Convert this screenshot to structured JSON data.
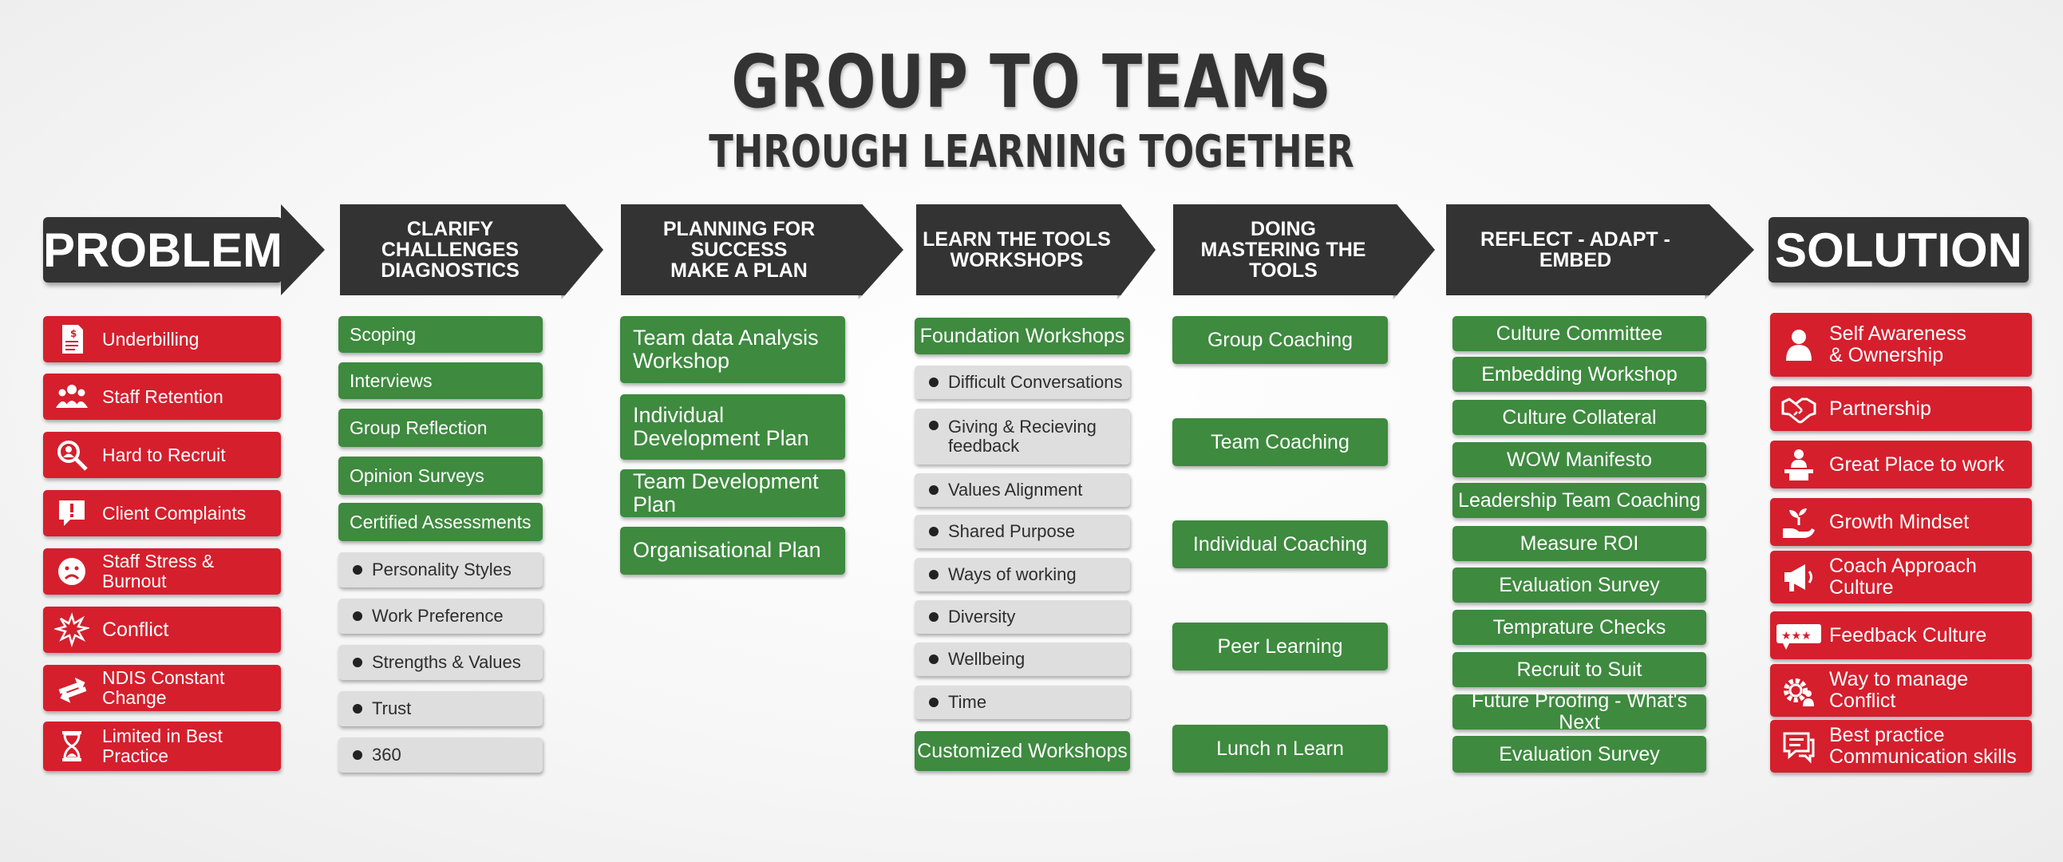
{
  "title": "GROUP TO TEAMS",
  "subtitle": "THROUGH LEARNING TOGETHER",
  "columns": [
    {
      "heading": [
        "PROBLEM"
      ],
      "items": [
        {
          "label": "Underbilling",
          "icon": "invoice-icon"
        },
        {
          "label": "Staff Retention",
          "icon": "group-people-icon"
        },
        {
          "label": "Hard to Recruit",
          "icon": "search-person-icon"
        },
        {
          "label": "Client Complaints",
          "icon": "complaint-bubble-icon"
        },
        {
          "label": "Staff Stress & Burnout",
          "icon": "sad-face-icon"
        },
        {
          "label": "Conflict",
          "icon": "clash-icon"
        },
        {
          "label": "NDIS Constant Change",
          "icon": "change-arrows-icon"
        },
        {
          "label": "Limited in Best Practice",
          "icon": "hourglass-icon"
        }
      ]
    },
    {
      "heading": [
        "CLARIFY CHALLENGES",
        "DIAGNOSTICS"
      ],
      "items": [
        "Scoping",
        "Interviews",
        "Group Reflection",
        "Opinion Surveys",
        "Certified Assessments"
      ],
      "subitems": [
        "Personality Styles",
        "Work Preference",
        "Strengths & Values",
        "Trust",
        "360"
      ]
    },
    {
      "heading": [
        "PLANNING FOR SUCCESS",
        "MAKE A PLAN"
      ],
      "items": [
        [
          "Team data Analysis",
          "Workshop"
        ],
        [
          "Individual",
          "Development Plan"
        ],
        [
          "Team Development Plan"
        ],
        [
          "Organisational Plan"
        ]
      ]
    },
    {
      "heading": [
        "LEARN THE TOOLS",
        "WORKSHOPS"
      ],
      "top": "Foundation Workshops",
      "subitems": [
        [
          "Difficult Conversations"
        ],
        [
          "Giving & Recieving",
          "feedback"
        ],
        [
          "Values Alignment"
        ],
        [
          "Shared Purpose"
        ],
        [
          "Ways of working"
        ],
        [
          "Diversity"
        ],
        [
          "Wellbeing"
        ],
        [
          "Time"
        ]
      ],
      "bottom": "Customized Workshops"
    },
    {
      "heading": [
        "DOING",
        "MASTERING THE TOOLS"
      ],
      "items": [
        "Group Coaching",
        "Team Coaching",
        "Individual Coaching",
        "Peer Learning",
        "Lunch n Learn"
      ]
    },
    {
      "heading": [
        "REFLECT - ADAPT - EMBED"
      ],
      "items": [
        "Culture Committee",
        "Embedding Workshop",
        "Culture Collateral",
        "WOW Manifesto",
        "Leadership Team Coaching",
        "Measure ROI",
        "Evaluation Survey",
        "Temprature Checks",
        "Recruit to Suit",
        "Future Proofing - What's Next",
        "Evaluation Survey"
      ]
    },
    {
      "heading": [
        "SOLUTION"
      ],
      "items": [
        {
          "label": [
            "Self Awareness",
            "& Ownership"
          ],
          "icon": "person-icon"
        },
        {
          "label": [
            "Partnership"
          ],
          "icon": "handshake-icon"
        },
        {
          "label": [
            "Great Place to work"
          ],
          "icon": "desk-person-icon"
        },
        {
          "label": [
            "Growth Mindset"
          ],
          "icon": "plant-hand-icon"
        },
        {
          "label": [
            "Coach Approach",
            "Culture"
          ],
          "icon": "megaphone-icon"
        },
        {
          "label": [
            "Feedback Culture"
          ],
          "icon": "stars-rating-icon"
        },
        {
          "label": [
            "Way to manage",
            "Conflict"
          ],
          "icon": "gear-person-icon"
        },
        {
          "label": [
            "Best practice",
            "Communication skills"
          ],
          "icon": "chat-icon"
        }
      ]
    }
  ],
  "colors": {
    "red": "#d51f2d",
    "green": "#3e8a3f",
    "grey": "#dedede",
    "dark": "#333333"
  }
}
